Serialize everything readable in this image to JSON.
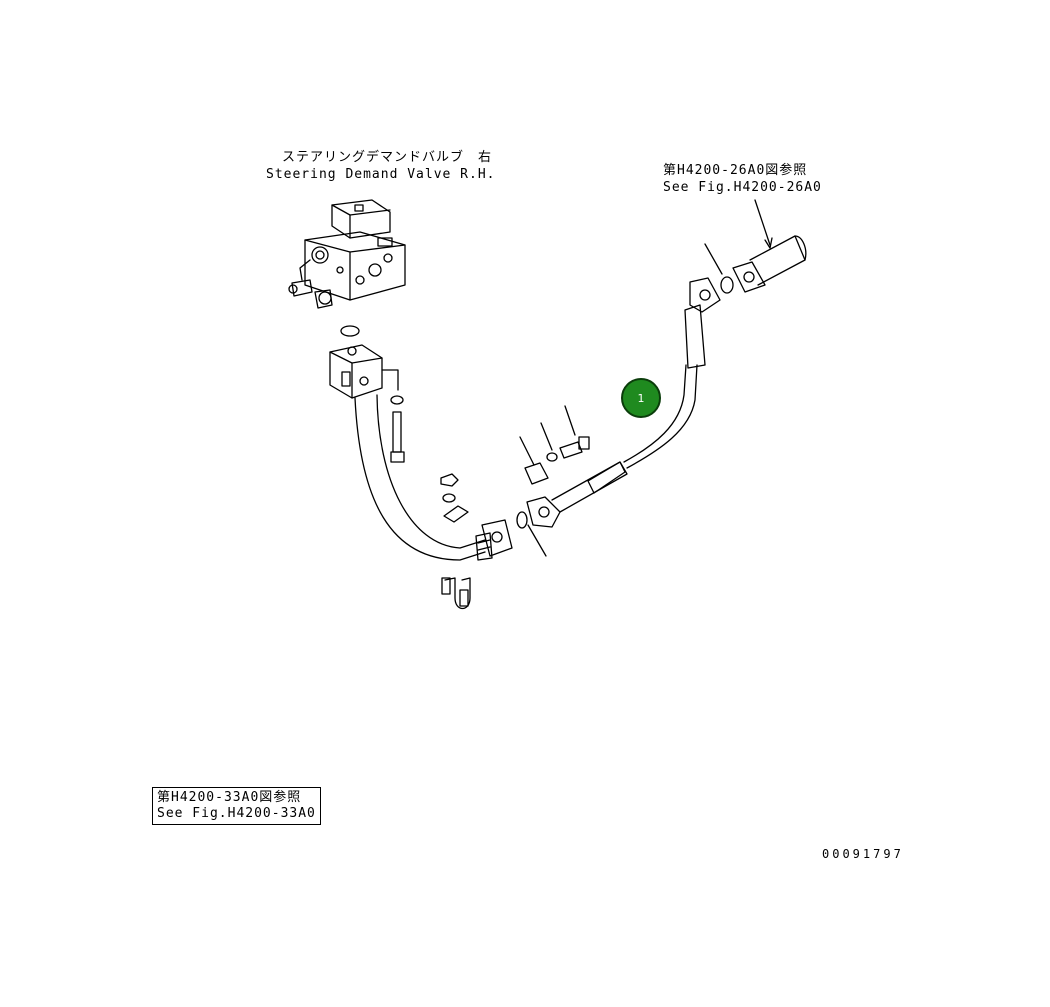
{
  "valve_label": {
    "jp": "ステアリングデマンドバルブ　右",
    "en": "Steering Demand Valve R.H."
  },
  "ref_top_right": {
    "jp": "第H4200-26A0図参照",
    "en": "See Fig.H4200-26A0"
  },
  "ref_bottom_left": {
    "jp": "第H4200-33A0図参照",
    "en": "See Fig.H4200-33A0"
  },
  "callouts": [
    {
      "number": "1",
      "color": "#1f8a1f"
    }
  ],
  "drawing_number": "00091797"
}
